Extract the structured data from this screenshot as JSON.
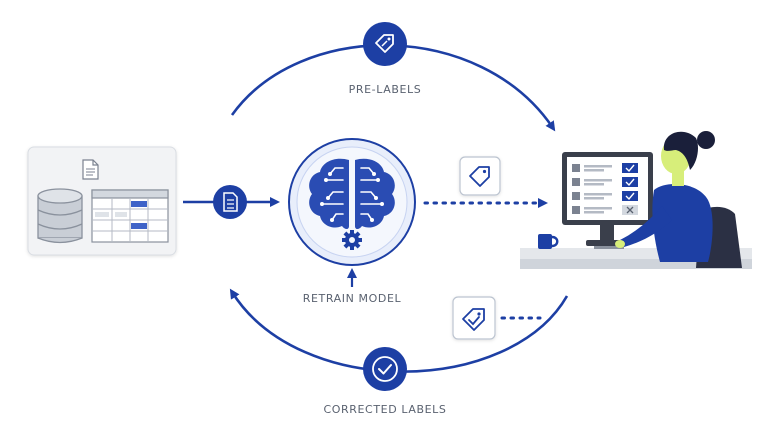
{
  "labels": {
    "pre_labels": "PRE-LABELS",
    "retrain_model": "RETRAIN MODEL",
    "corrected_labels": "CORRECTED LABELS"
  },
  "icons": {
    "top_badge": "tag-icon",
    "doc_badge": "document-icon",
    "bottom_badge": "checkmark-icon",
    "model": "brain-circuit-icon",
    "gear": "gear-icon",
    "pre_label_card": "tag-icon",
    "corrected_label_card": "tag-check-icon",
    "data_source": "database-icon",
    "human": "person-at-computer-icon"
  },
  "colors": {
    "accent": "#1d3fa4",
    "accent_light": "#e8eefb",
    "text": "#5a6270",
    "card_bg": "#f2f3f5",
    "card_border": "#d9dde3",
    "shirt": "#1d3fa4",
    "skin": "#d7ee7a",
    "hair": "#1a1f3a"
  }
}
